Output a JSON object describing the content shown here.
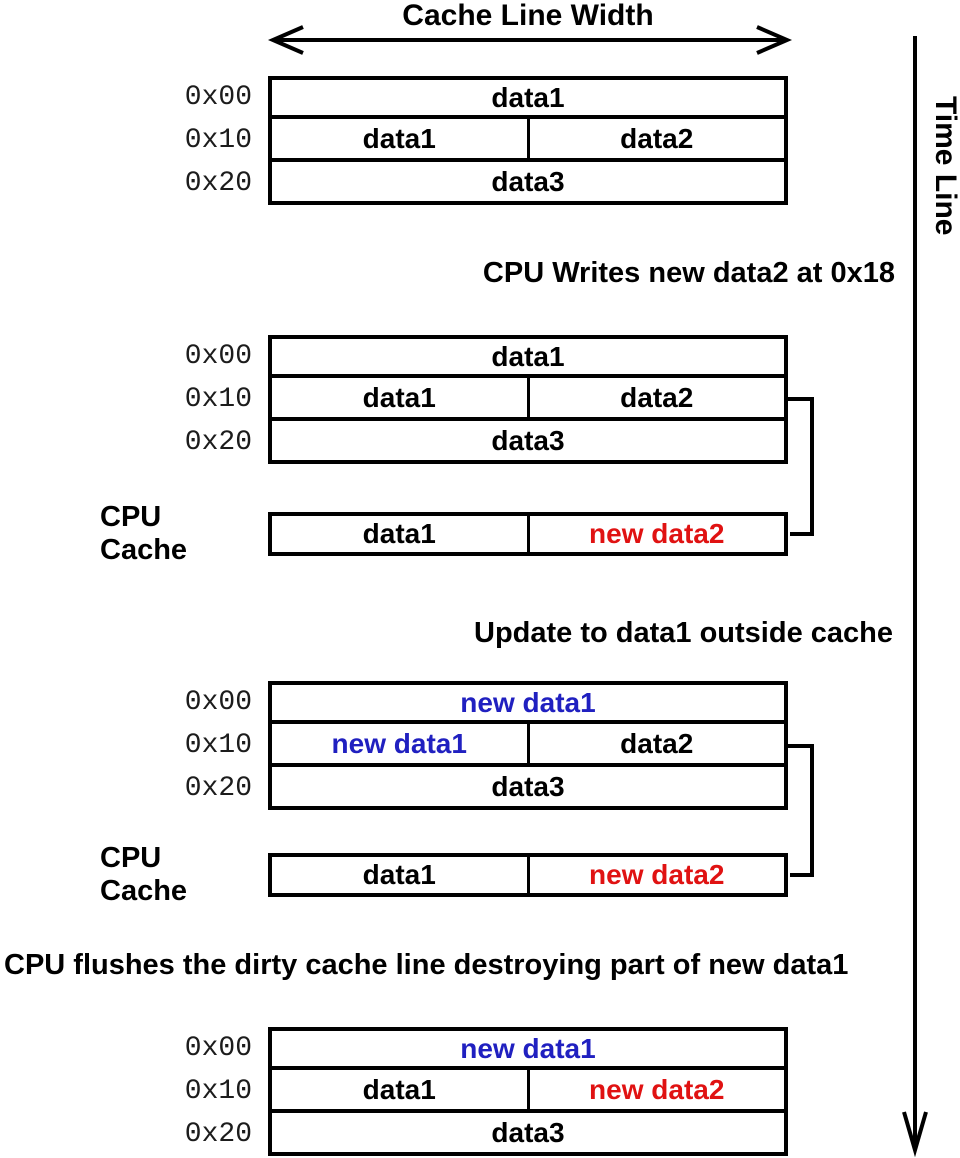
{
  "title": "Cache Line Width",
  "time_line_label": "Time Line",
  "annotations": {
    "write": "CPU Writes new data2 at 0x18",
    "update": "Update to data1 outside cache",
    "flush": "CPU flushes the dirty cache line destroying part of new data1"
  },
  "palette": {
    "new_data1_blue": "#2020c0",
    "new_data2_red": "#e01212",
    "line_black": "#000000"
  },
  "tables": {
    "initial": {
      "rows": [
        {
          "address": "0x00",
          "cells": [
            {
              "text": "data1"
            }
          ]
        },
        {
          "address": "0x10",
          "cells": [
            {
              "text": "data1"
            },
            {
              "text": "data2"
            }
          ]
        },
        {
          "address": "0x20",
          "cells": [
            {
              "text": "data3"
            }
          ]
        }
      ]
    },
    "after_write": {
      "rows": [
        {
          "address": "0x00",
          "cells": [
            {
              "text": "data1"
            }
          ]
        },
        {
          "address": "0x10",
          "cells": [
            {
              "text": "data1"
            },
            {
              "text": "data2"
            }
          ]
        },
        {
          "address": "0x20",
          "cells": [
            {
              "text": "data3"
            }
          ]
        }
      ]
    },
    "after_update": {
      "rows": [
        {
          "address": "0x00",
          "cells": [
            {
              "text": "new data1",
              "color": "#2020c0"
            }
          ]
        },
        {
          "address": "0x10",
          "cells": [
            {
              "text": "new data1",
              "color": "#2020c0"
            },
            {
              "text": "data2"
            }
          ]
        },
        {
          "address": "0x20",
          "cells": [
            {
              "text": "data3"
            }
          ]
        }
      ]
    },
    "after_flush": {
      "rows": [
        {
          "address": "0x00",
          "cells": [
            {
              "text": "new data1",
              "color": "#2020c0"
            }
          ]
        },
        {
          "address": "0x10",
          "cells": [
            {
              "text": "data1"
            },
            {
              "text": "new data2",
              "color": "#e01212"
            }
          ]
        },
        {
          "address": "0x20",
          "cells": [
            {
              "text": "data3"
            }
          ]
        }
      ]
    }
  },
  "cache_rows": {
    "first": {
      "label": "CPU Cache",
      "cells": [
        {
          "text": "data1"
        },
        {
          "text": "new data2",
          "color": "#e01212"
        }
      ]
    },
    "second": {
      "label": "CPU Cache",
      "cells": [
        {
          "text": "data1"
        },
        {
          "text": "new data2",
          "color": "#e01212"
        }
      ]
    }
  }
}
